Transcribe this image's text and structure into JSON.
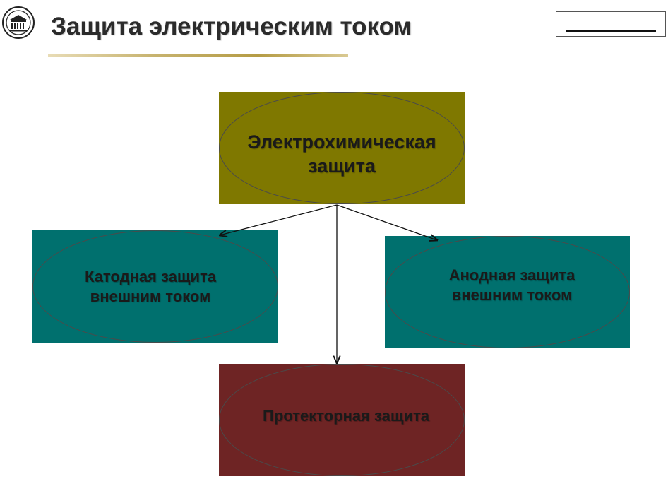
{
  "header": {
    "title": "Защита электрическим током"
  },
  "diagram": {
    "root": {
      "label": "Электрохимическая защита",
      "color": "#7f7800"
    },
    "children": [
      {
        "label": "Катодная защита внешним током",
        "color": "#00706e"
      },
      {
        "label": "Анодная защита внешним током",
        "color": "#00706e"
      },
      {
        "label": "Протекторная защита",
        "color": "#6e2424"
      }
    ]
  },
  "icons": {
    "logo": "university-emblem-icon"
  }
}
